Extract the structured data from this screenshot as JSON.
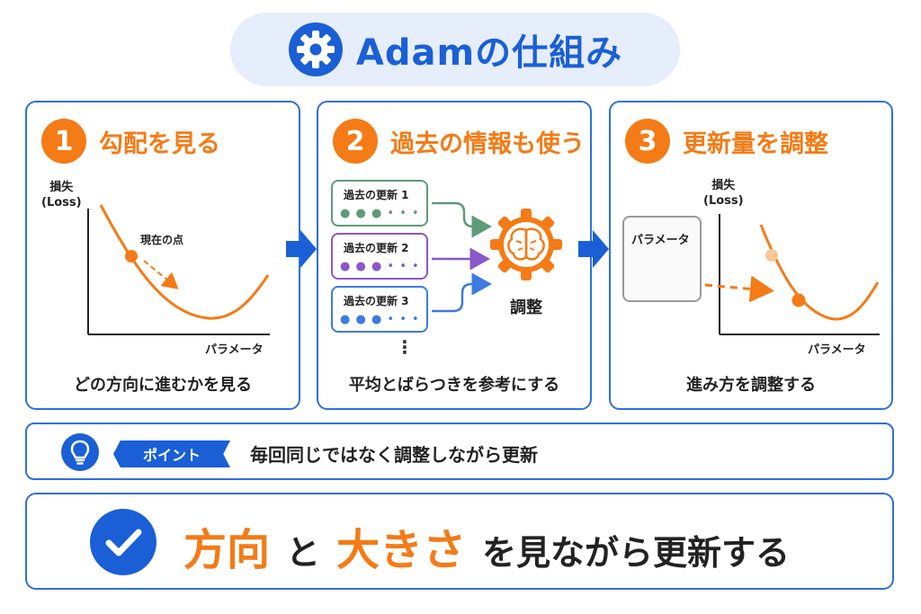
{
  "title": "Adamの仕組み",
  "steps": [
    {
      "number": "1",
      "title": "勾配を見る",
      "caption": "どの方向に進むかを見る"
    },
    {
      "number": "2",
      "title": "過去の情報も使う",
      "caption": "平均とばらつきを参考にする"
    },
    {
      "number": "3",
      "title": "更新量を調整",
      "caption": "進み方を調整する"
    }
  ],
  "graph1": {
    "ylabel": "損失\n(Loss)",
    "xlabel": "パラメータ",
    "point_label": "現在の点"
  },
  "history": {
    "items": [
      {
        "label": "過去の更新 1",
        "dots": "● ● ● • • •",
        "color": "#5e9b78"
      },
      {
        "label": "過去の更新 2",
        "dots": "● ● ● • • •",
        "color": "#8b57c9"
      },
      {
        "label": "過去の更新 3",
        "dots": "● ● ● • • •",
        "color": "#3d7be0"
      }
    ],
    "ellipsis": "⋮",
    "target_label": "調整"
  },
  "graph3": {
    "ylabel": "損失\n(Loss)",
    "xlabel": "パラメータ",
    "param_box_label": "パラメータ"
  },
  "point": {
    "badge": "ポイント",
    "text": "毎回同じではなく調整しながら更新"
  },
  "summary": {
    "part1": "方向",
    "part2": "と",
    "part3": "大きさ",
    "part4": "を見ながら更新する"
  },
  "colors": {
    "accent_blue": "#1a5fd6",
    "accent_orange": "#f47b16",
    "pill_bg": "#e6edfb"
  }
}
